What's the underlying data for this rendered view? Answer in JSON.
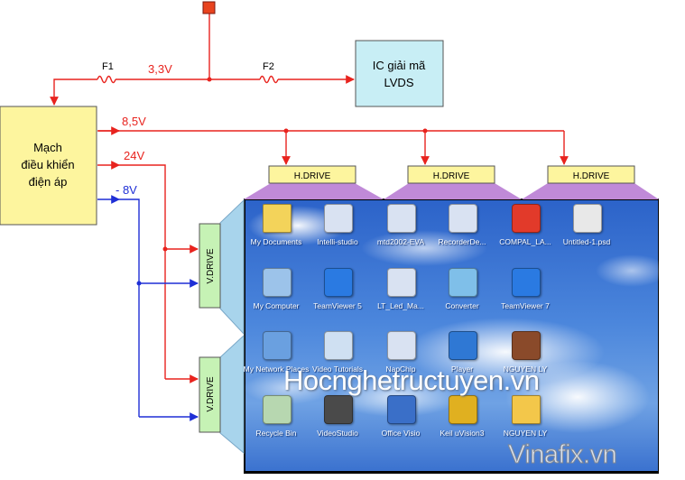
{
  "fuses": {
    "f1": "F1",
    "f2": "F2"
  },
  "voltages": {
    "v33": "3,3V",
    "v85": "8,5V",
    "v24": "24V",
    "vneg8": "- 8V"
  },
  "blocks": {
    "ic": [
      "IC giải mã",
      "LVDS"
    ],
    "regulator": [
      "Mạch",
      "điều khiển",
      "điện áp"
    ]
  },
  "drivers": {
    "h": [
      "H.DRIVE",
      "H.DRIVE",
      "H.DRIVE"
    ],
    "v": [
      "V.DRIVE",
      "V.DRIVE"
    ]
  },
  "desktop_icons": [
    {
      "label": "My Documents",
      "icon": "folder-docs-icon"
    },
    {
      "label": "Intelli-studio",
      "icon": "app-icon"
    },
    {
      "label": "mtd2002-EVA",
      "icon": "app-icon"
    },
    {
      "label": "RecorderDe...",
      "icon": "app-icon"
    },
    {
      "label": "COMPAL_LA...",
      "icon": "pdf-icon"
    },
    {
      "label": "Untitled-1.psd",
      "icon": "psd-icon"
    },
    {
      "label": "My Computer",
      "icon": "computer-icon"
    },
    {
      "label": "TeamViewer 5",
      "icon": "teamviewer-icon"
    },
    {
      "label": "LT_Led_Ma...",
      "icon": "app-icon"
    },
    {
      "label": "Converter",
      "icon": "converter-icon"
    },
    {
      "label": "TeamViewer 7",
      "icon": "teamviewer-icon"
    },
    {
      "label": "My Network Places",
      "icon": "network-icon"
    },
    {
      "label": "Video Tutorials",
      "icon": "video-icon"
    },
    {
      "label": "NapChip",
      "icon": "app-icon"
    },
    {
      "label": "Player",
      "icon": "player-icon"
    },
    {
      "label": "NGUYEN LY",
      "icon": "archive-icon"
    },
    {
      "label": "Recycle Bin",
      "icon": "recycle-bin-icon"
    },
    {
      "label": "VideoStudio",
      "icon": "videostudio-icon"
    },
    {
      "label": "Office Visio",
      "icon": "visio-icon"
    },
    {
      "label": "Keil uVision3",
      "icon": "keil-icon"
    },
    {
      "label": "NGUYEN LY",
      "icon": "folder-icon"
    }
  ],
  "watermarks": {
    "main": "Hocnghetructuyen.vn",
    "corner": "Vinafix.vn"
  },
  "colors": {
    "red_line": "#e8231e",
    "blue_line": "#1f2fd6",
    "block_fill": "#fdf59e",
    "ic_fill": "#c8eef5",
    "driver_fill": "#c6f2b5",
    "connector": "#c08ad8",
    "side_connector": "#a8d4ec",
    "screen_sky": "#3c78d8"
  }
}
